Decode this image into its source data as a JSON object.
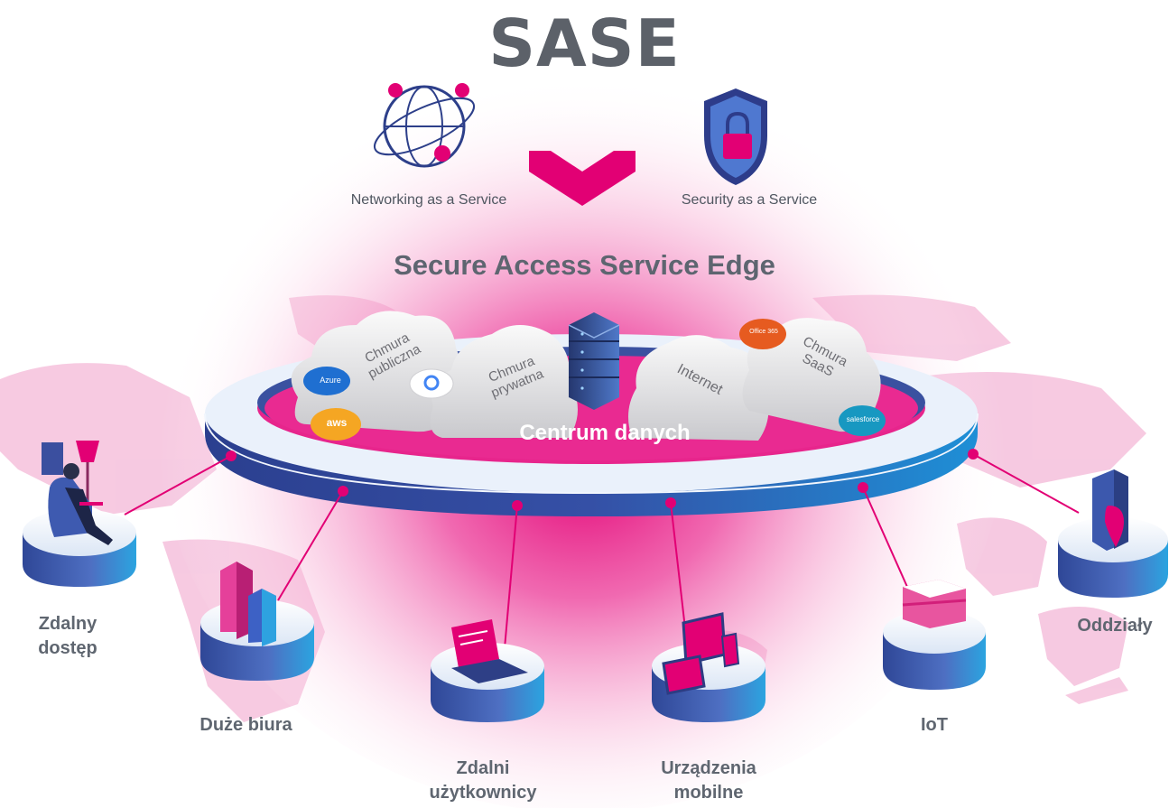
{
  "title": "SASE",
  "subtitle": "Secure Access Service Edge",
  "services": {
    "networking": "Networking as a Service",
    "security": "Security as a Service"
  },
  "center": {
    "label": "Centrum danych"
  },
  "clouds": {
    "public": {
      "line1": "Chmura",
      "line2": "publiczna"
    },
    "private": {
      "line1": "Chmura",
      "line2": "prywatna"
    },
    "internet": {
      "line1": "Internet"
    },
    "saas": {
      "line1": "Chmura",
      "line2": "SaaS"
    }
  },
  "logos": {
    "azure": "Azure",
    "aws": "aws",
    "office": "Office 365",
    "salesforce": "salesforce"
  },
  "nodes": {
    "remote_access": {
      "line1": "Zdalny",
      "line2": "dostęp"
    },
    "large_offices": {
      "line1": "Duże biura"
    },
    "remote_users": {
      "line1": "Zdalni",
      "line2": "użytkownicy"
    },
    "mobile_devices": {
      "line1": "Urządzenia",
      "line2": "mobilne"
    },
    "iot": {
      "line1": "IoT"
    },
    "branches": {
      "line1": "Oddziały"
    }
  },
  "colors": {
    "magenta": "#e20074",
    "ring_blue": "#3f5fae",
    "ring_top": "#eef3fb",
    "text_gray": "#5f6670",
    "map_pink": "#f4b7d6"
  }
}
